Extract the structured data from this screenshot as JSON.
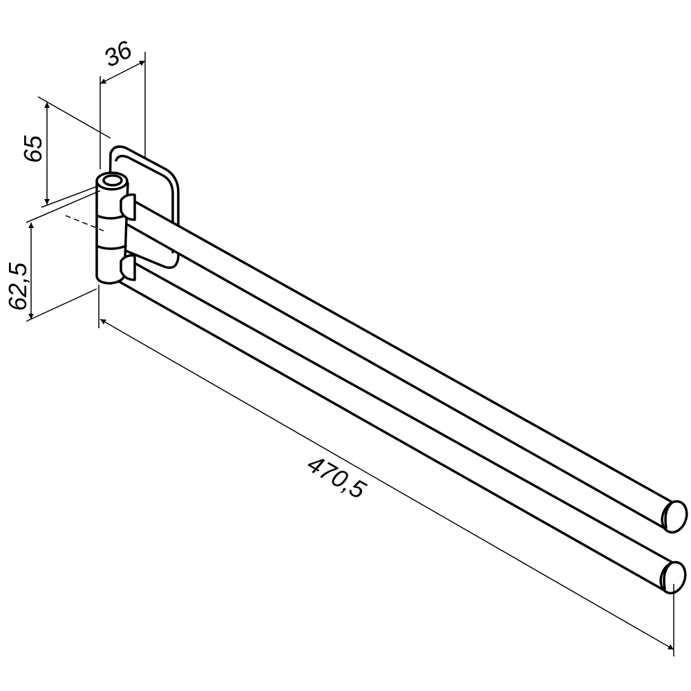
{
  "dimensions": {
    "depth": "36",
    "upper_height": "65",
    "lower_height": "62,5",
    "length": "470,5"
  }
}
